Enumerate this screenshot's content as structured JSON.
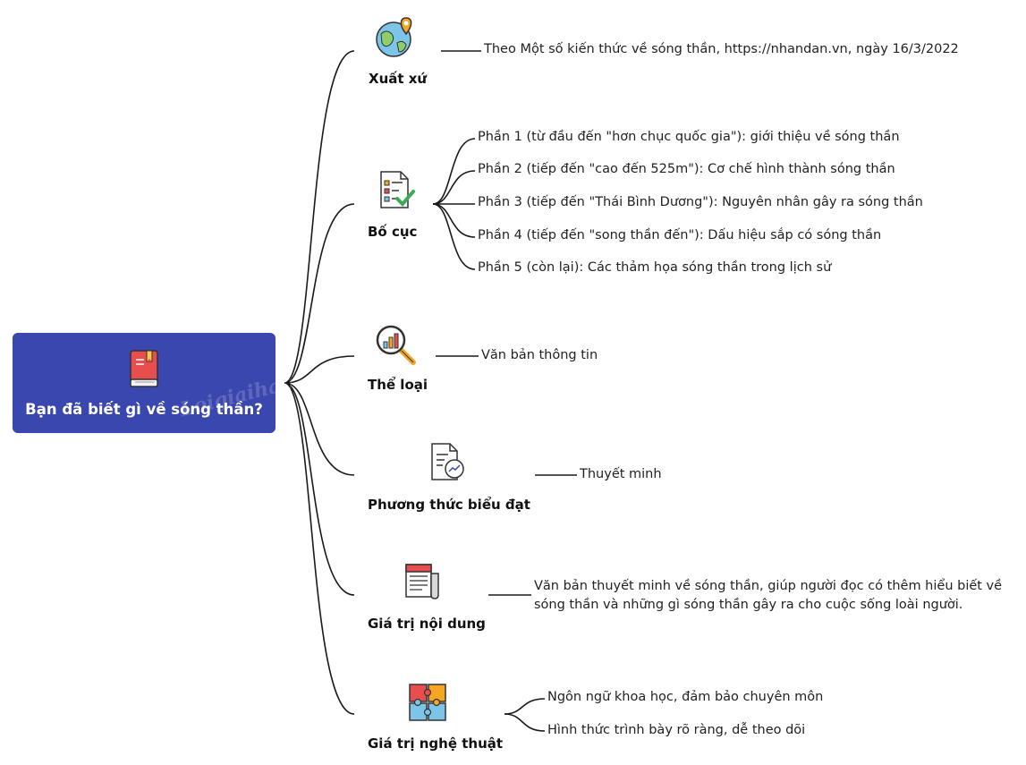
{
  "root": {
    "title": "Bạn đã biết gì về sóng thần?",
    "icon": "book-icon"
  },
  "branches": [
    {
      "id": "xuat-xu",
      "label": "Xuất xứ",
      "icon": "globe-pin-icon",
      "items": [
        "Theo Một số kiến thức về sóng thần, https://nhandan.vn, ngày 16/3/2022"
      ]
    },
    {
      "id": "bo-cuc",
      "label": "Bố cục",
      "icon": "checklist-icon",
      "items": [
        "Phần 1 (từ đầu đến \"hơn chục quốc gia\"): giới thiệu về sóng thần",
        "Phần 2 (tiếp đến \"cao đến 525m\"): Cơ chế hình thành sóng thần",
        "Phần 3 (tiếp đến \"Thái Bình Dương\"): Nguyên nhân gây ra sóng thần",
        "Phần 4 (tiếp đến \"song thần đến\"): Dấu hiệu sắp có sóng thần",
        "Phần 5 (còn lại): Các thảm họa sóng thần trong lịch sử"
      ]
    },
    {
      "id": "the-loai",
      "label": "Thể loại",
      "icon": "magnifier-chart-icon",
      "items": [
        "Văn bản thông tin"
      ]
    },
    {
      "id": "phuong-thuc",
      "label": "Phương thức biểu đạt",
      "icon": "document-chart-icon",
      "items": [
        "Thuyết minh"
      ]
    },
    {
      "id": "gia-tri-noi-dung",
      "label": "Giá trị nội dung",
      "icon": "newspaper-icon",
      "items": [
        "Văn bản thuyết minh về sóng thần, giúp người đọc có thêm hiểu biết về sóng thần và những gì sóng thần gây ra cho cuộc sống loài người."
      ]
    },
    {
      "id": "gia-tri-nghe-thuat",
      "label": "Giá trị nghệ thuật",
      "icon": "puzzle-icon",
      "items": [
        "Ngôn ngữ khoa học, đảm bảo chuyên môn",
        "Hình thức trình bày rõ ràng, dễ theo dõi"
      ]
    }
  ],
  "colors": {
    "root_bg": "#3a47ae",
    "line": "#1a1a1a"
  }
}
